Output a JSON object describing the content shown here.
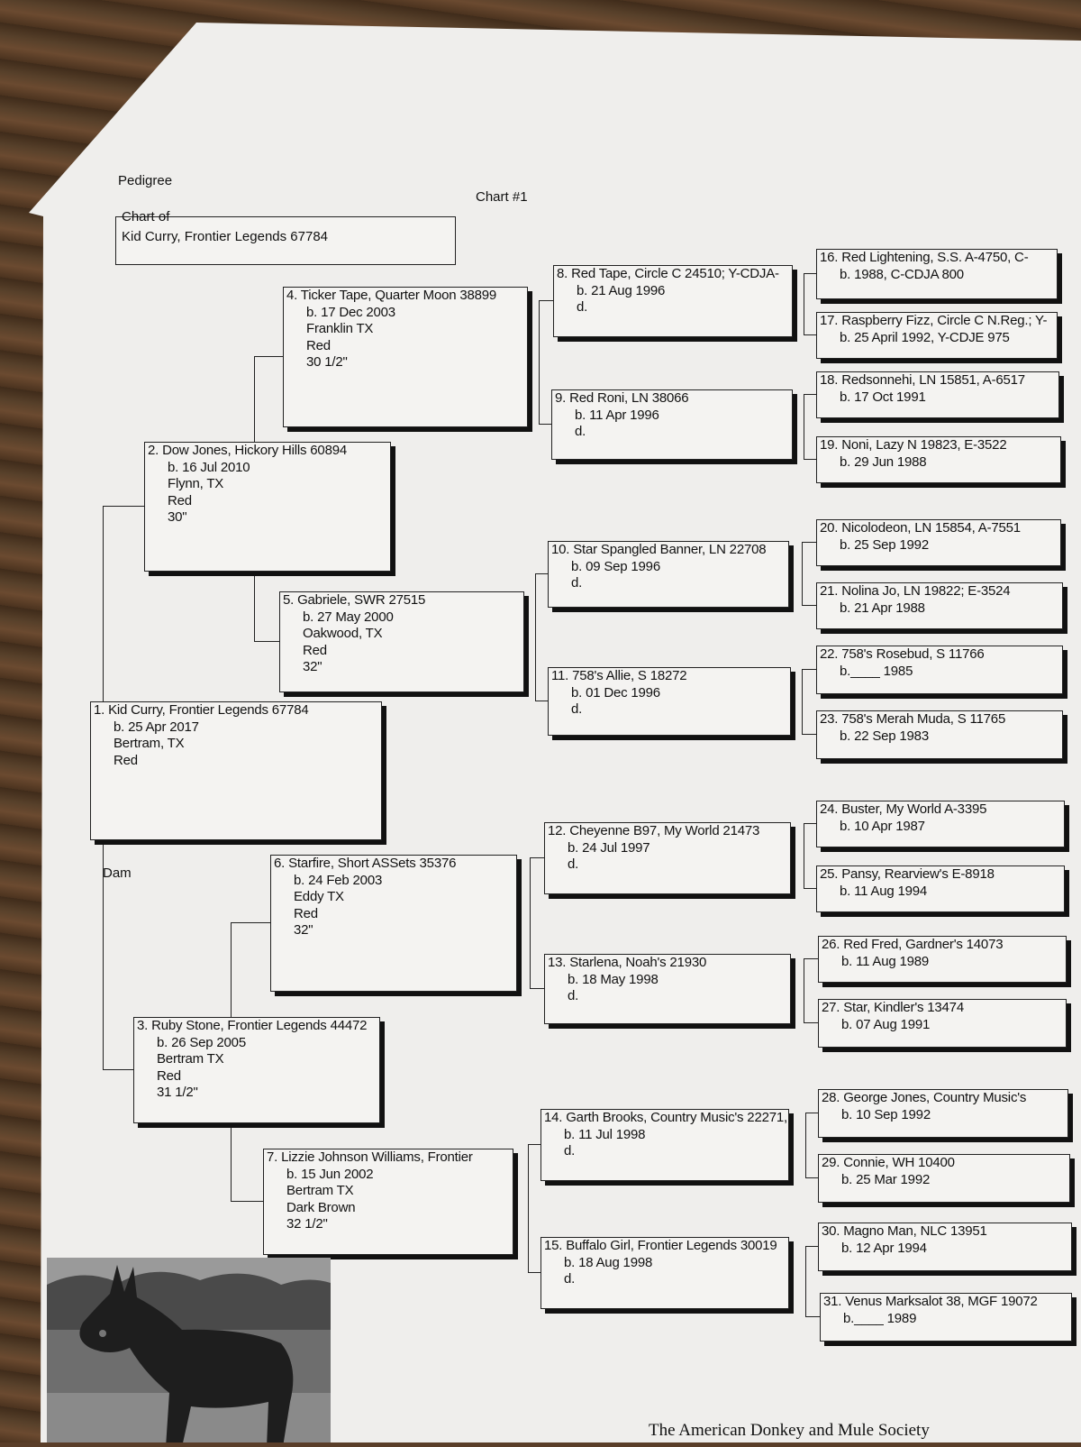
{
  "header": {
    "pedigree_label": "Pedigree",
    "chart_number": "Chart #1",
    "chart_of_label": "Chart of",
    "subject": "Kid Curry, Frontier Legends 67784",
    "dam_label": "Dam"
  },
  "animals": [
    {
      "id": "1",
      "lines": [
        "1. Kid Curry, Frontier Legends 67784",
        "b. 25 Apr 2017",
        "Bertram, TX",
        "Red"
      ]
    },
    {
      "id": "2",
      "lines": [
        "2. Dow Jones, Hickory Hills 60894",
        "b. 16 Jul 2010",
        "Flynn, TX",
        "Red",
        "30\""
      ]
    },
    {
      "id": "3",
      "lines": [
        "3. Ruby Stone, Frontier Legends 44472",
        "b. 26 Sep 2005",
        "Bertram TX",
        "Red",
        "31 1/2\""
      ]
    },
    {
      "id": "4",
      "lines": [
        "4. Ticker Tape, Quarter Moon 38899",
        "b. 17 Dec 2003",
        "Franklin TX",
        "Red",
        "30 1/2\""
      ]
    },
    {
      "id": "5",
      "lines": [
        "5. Gabriele, SWR 27515",
        "b. 27 May 2000",
        "Oakwood, TX",
        "Red",
        "32\""
      ]
    },
    {
      "id": "6",
      "lines": [
        "6. Starfire, Short ASSets 35376",
        "b. 24 Feb 2003",
        "Eddy TX",
        "Red",
        "32\""
      ]
    },
    {
      "id": "7",
      "lines": [
        "7. Lizzie Johnson Williams, Frontier",
        "b. 15 Jun 2002",
        "Bertram TX",
        "Dark Brown",
        "32 1/2\""
      ]
    },
    {
      "id": "8",
      "lines": [
        "8. Red Tape, Circle C 24510; Y-CDJA-",
        "b. 21 Aug 1996",
        "d."
      ]
    },
    {
      "id": "9",
      "lines": [
        "9. Red Roni, LN 38066",
        "b. 11 Apr 1996",
        "d."
      ]
    },
    {
      "id": "10",
      "lines": [
        "10. Star Spangled Banner, LN 22708",
        "b. 09 Sep 1996",
        "d."
      ]
    },
    {
      "id": "11",
      "lines": [
        "11. 758's Allie, S 18272",
        "b. 01 Dec 1996",
        "d."
      ]
    },
    {
      "id": "12",
      "lines": [
        "12. Cheyenne B97, My World 21473",
        "b. 24 Jul 1997",
        "d."
      ]
    },
    {
      "id": "13",
      "lines": [
        "13. Starlena, Noah's 21930",
        "b. 18 May 1998",
        "d."
      ]
    },
    {
      "id": "14",
      "lines": [
        "14. Garth Brooks, Country Music's 22271,",
        "b. 11 Jul 1998",
        "d."
      ]
    },
    {
      "id": "15",
      "lines": [
        "15. Buffalo Girl, Frontier Legends 30019",
        "b. 18 Aug 1998",
        "d."
      ]
    },
    {
      "id": "16",
      "lines": [
        "16. Red Lightening, S.S. A-4750, C-",
        "b.        1988, C-CDJA 800"
      ]
    },
    {
      "id": "17",
      "lines": [
        "17. Raspberry Fizz, Circle C N.Reg.; Y-",
        "b. 25 April 1992, Y-CDJE 975"
      ]
    },
    {
      "id": "18",
      "lines": [
        "18. Redsonnehi, LN 15851, A-6517",
        "b. 17 Oct 1991"
      ]
    },
    {
      "id": "19",
      "lines": [
        "19. Noni, Lazy N 19823, E-3522",
        "b. 29 Jun 1988"
      ]
    },
    {
      "id": "20",
      "lines": [
        "20. Nicolodeon, LN 15854, A-7551",
        "b. 25 Sep 1992"
      ]
    },
    {
      "id": "21",
      "lines": [
        "21. Nolina Jo, LN 19822; E-3524",
        "b. 21 Apr 1988"
      ]
    },
    {
      "id": "22",
      "lines": [
        "22. 758's Rosebud, S 11766",
        "b.____ 1985"
      ]
    },
    {
      "id": "23",
      "lines": [
        "23. 758's Merah Muda, S 11765",
        "b. 22 Sep 1983"
      ]
    },
    {
      "id": "24",
      "lines": [
        "24. Buster, My World A-3395",
        "b. 10 Apr 1987"
      ]
    },
    {
      "id": "25",
      "lines": [
        "25. Pansy, Rearview's E-8918",
        "b. 11 Aug 1994"
      ]
    },
    {
      "id": "26",
      "lines": [
        "26. Red Fred, Gardner's 14073",
        "b. 11 Aug 1989"
      ]
    },
    {
      "id": "27",
      "lines": [
        "27. Star, Kindler's 13474",
        "b. 07 Aug 1991"
      ]
    },
    {
      "id": "28",
      "lines": [
        "28. George Jones, Country Music's",
        "b. 10 Sep 1992"
      ]
    },
    {
      "id": "29",
      "lines": [
        "29. Connie, WH 10400",
        "b. 25 Mar 1992"
      ]
    },
    {
      "id": "30",
      "lines": [
        "30. Magno Man, NLC 13951",
        "b. 12 Apr 1994"
      ]
    },
    {
      "id": "31",
      "lines": [
        "31. Venus Marksalot 38, MGF 19072",
        "b.____ 1989"
      ]
    }
  ],
  "footer": "The American Donkey and Mule Society"
}
